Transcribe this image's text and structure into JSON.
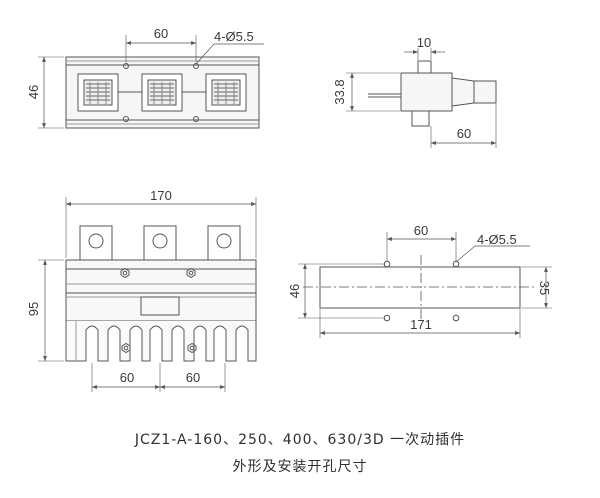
{
  "colors": {
    "line": "#555555",
    "light": "#9a9a9a",
    "fill": "#f2f2f2",
    "bg": "#ffffff"
  },
  "top_view": {
    "dim_pitch": "60",
    "dim_holes": "4-Ø5.5",
    "dim_height": "46"
  },
  "side_view": {
    "dim_width": "10",
    "dim_height": "33.8",
    "dim_length": "60"
  },
  "front_view": {
    "dim_width": "170",
    "dim_height": "95",
    "dim_pitch_left": "60",
    "dim_pitch_right": "60"
  },
  "cutout_view": {
    "dim_pitch": "60",
    "dim_holes": "4-Ø5.5",
    "dim_outer_height": "46",
    "dim_inner_height": "35",
    "dim_length": "171"
  },
  "caption": {
    "line1": "JCZ1-A-160、250、400、630/3D 一次动插件",
    "line2": "外形及安装开孔尺寸"
  }
}
